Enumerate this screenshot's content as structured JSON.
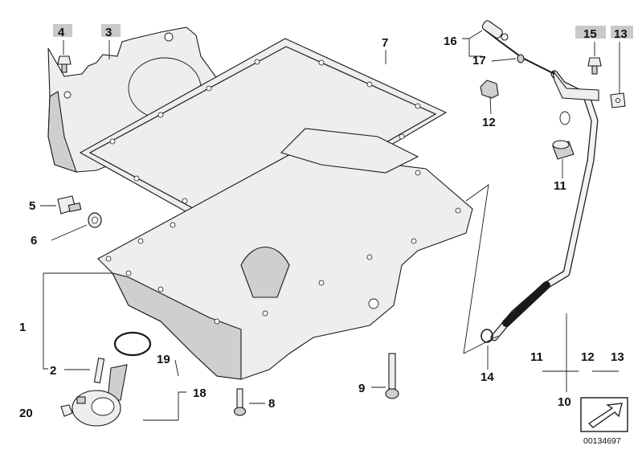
{
  "diagram": {
    "reference_number": "00134697",
    "callouts": {
      "c1": "1",
      "c2": "2",
      "c3": "3",
      "c4": "4",
      "c5": "5",
      "c6": "6",
      "c7": "7",
      "c8": "8",
      "c9": "9",
      "c10": "10",
      "c11a": "11",
      "c11b": "11",
      "c12a": "12",
      "c12b": "12",
      "c13a": "13",
      "c13b": "13",
      "c14": "14",
      "c15": "15",
      "c16": "16",
      "c17": "17",
      "c18": "18",
      "c19": "19",
      "c20": "20"
    },
    "highlighted_callouts": [
      "4",
      "3",
      "15",
      "13"
    ],
    "colors": {
      "line": "#1a1a1a",
      "part_fill": "#eeeeee",
      "highlight": "#c9c9c9"
    }
  }
}
